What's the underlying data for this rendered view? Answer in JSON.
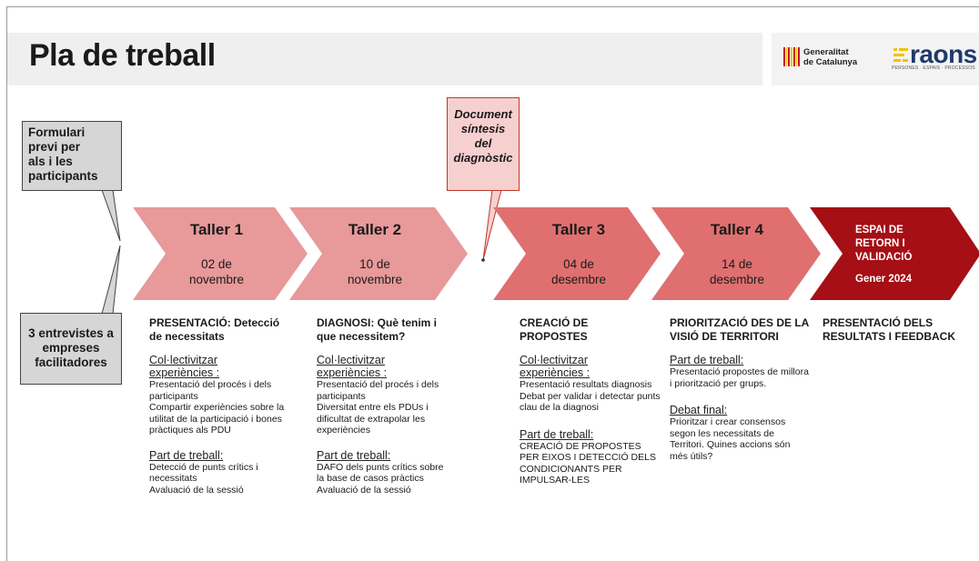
{
  "title": "Pla de treball",
  "logos": {
    "generalitat_line1": "Generalitat",
    "generalitat_line2": "de Catalunya",
    "raons_word": "raons",
    "raons_tagline": "PERSONES · ESPAIS · PROCESSOS"
  },
  "callouts": {
    "form_line1": "Formulari",
    "form_line2": "previ per",
    "form_line3": "als i les",
    "form_line4": "participants",
    "interviews_line1": "3 entrevistes a",
    "interviews_line2": "empreses",
    "interviews_line3": "facilitadores",
    "doc_line1": "Document",
    "doc_line2": "síntesis",
    "doc_line3": "del",
    "doc_line4": "diagnòstic"
  },
  "colors": {
    "chevron_light": "#e8999a",
    "chevron_mid": "#e07070",
    "chevron_dark": "#a50f15",
    "callout_gray": "#d6d6d6",
    "note_pink": "#f6cfcf"
  },
  "workshops": [
    {
      "title": "Taller 1",
      "date_line1": "02 de",
      "date_line2": "novembre",
      "heading": "PRESENTACIÓ: Detecció de necessitats",
      "sections": [
        {
          "label_line1": "Col·lectivitzar",
          "label_line2": "experiències :",
          "items": [
            "Presentació del procés i dels participants",
            "Compartir experiències sobre la utilitat de la participació i bones pràctiques als PDU"
          ]
        },
        {
          "label_line1": "Part de treball:",
          "items": [
            "Detecció de punts crítics i necessitats",
            "Avaluació de la sessió"
          ]
        }
      ]
    },
    {
      "title": "Taller 2",
      "date_line1": "10 de",
      "date_line2": "novembre",
      "heading": "DIAGNOSI: Què tenim i que necessitem?",
      "sections": [
        {
          "label_line1": "Col·lectivitzar",
          "label_line2": "experiències :",
          "items": [
            "Presentació del procés i dels participants",
            "Diversitat entre els PDUs i dificultat de extrapolar les experiències"
          ]
        },
        {
          "label_line1": "Part de treball:",
          "items": [
            "DAFO dels punts crítics sobre la base de casos pràctics",
            "Avaluació de la sessió"
          ]
        }
      ]
    },
    {
      "title": "Taller 3",
      "date_line1": "04 de",
      "date_line2": "desembre",
      "heading": "CREACIÓ DE PROPOSTES",
      "sections": [
        {
          "label_line1": "Col·lectivitzar",
          "label_line2": "experiències :",
          "items": [
            "Presentació resultats diagnosis",
            "Debat per validar i detectar punts clau de la diagnosi"
          ]
        },
        {
          "label_line1": "Part de treball:",
          "items": [
            "CREACIÓ DE PROPOSTES PER EIXOS I DETECCIÓ DELS CONDICIONANTS PER IMPULSAR-LES"
          ]
        }
      ]
    },
    {
      "title": "Taller 4",
      "date_line1": "14 de",
      "date_line2": "desembre",
      "heading": "PRIORITZACIÓ DES DE LA VISIÓ DE TERRITORI",
      "sections": [
        {
          "label_line1": "Part de treball:",
          "items": [
            "Presentació propostes de millora i priorització per grups."
          ]
        },
        {
          "label_line1": "Debat final:",
          "items": [
            "Prioritzar i crear consensos segon les necessitats de Territori. Quines accions són més útils?"
          ]
        }
      ]
    }
  ],
  "final_stage": {
    "line1": "ESPAI DE",
    "line2": "RETORN I",
    "line3": "VALIDACIÓ",
    "date": "Gener 2024",
    "heading": "PRESENTACIÓ DELS RESULTATS I FEEDBACK"
  }
}
